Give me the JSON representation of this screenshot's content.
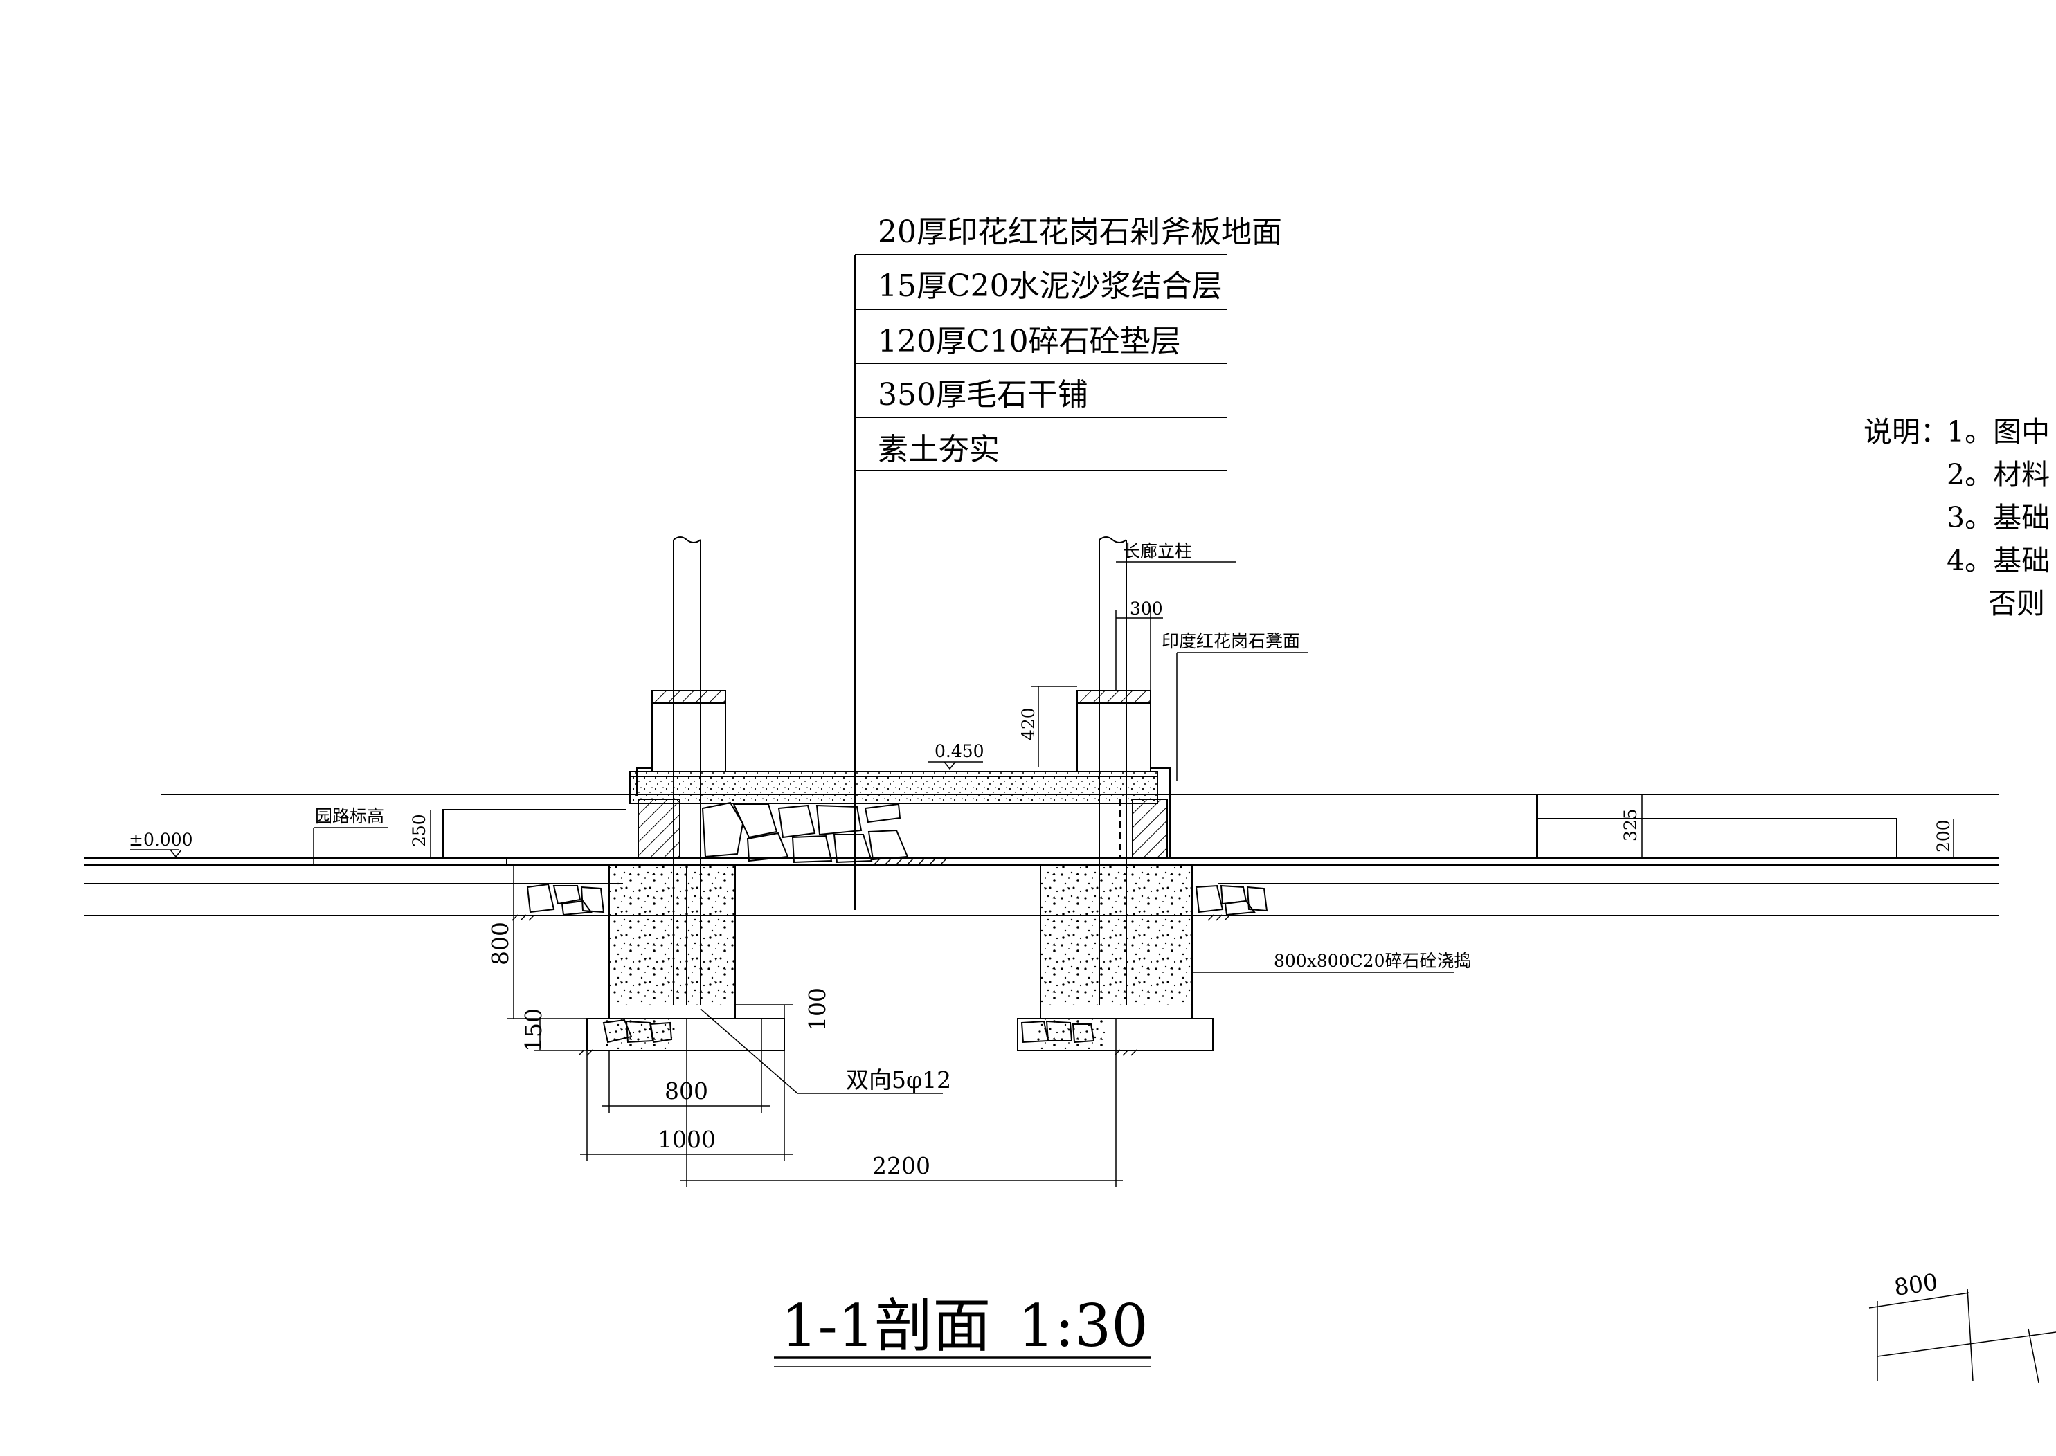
{
  "layers": [
    "20厚印花红花岗石剁斧板地面",
    "15厚C20水泥沙浆结合层",
    "120厚C10碎石砼垫层",
    "350厚毛石干铺",
    "素土夯实"
  ],
  "labels": {
    "column": "长廊立柱",
    "bench": "印度红花岗石凳面",
    "road_elev": "园路标高",
    "zero_elev": "±0.000",
    "deck_elev": "0.450",
    "footing": "800x800C20碎石砼浇捣",
    "rebar": "双向5φ12"
  },
  "dims": {
    "d300": "300",
    "d420": "420",
    "d250": "250",
    "d325": "325",
    "d200": "200",
    "d800v": "800",
    "d150": "150",
    "d100": "100",
    "d800h": "800",
    "d1000": "1000",
    "d2200": "2200",
    "d800b": "800"
  },
  "notes": {
    "prefix": "说明：",
    "items": [
      "1。图中",
      "2。材料",
      "3。基础",
      "4。基础",
      "否则"
    ]
  },
  "title": {
    "main": "1-1剖面",
    "scale": "1:30"
  }
}
